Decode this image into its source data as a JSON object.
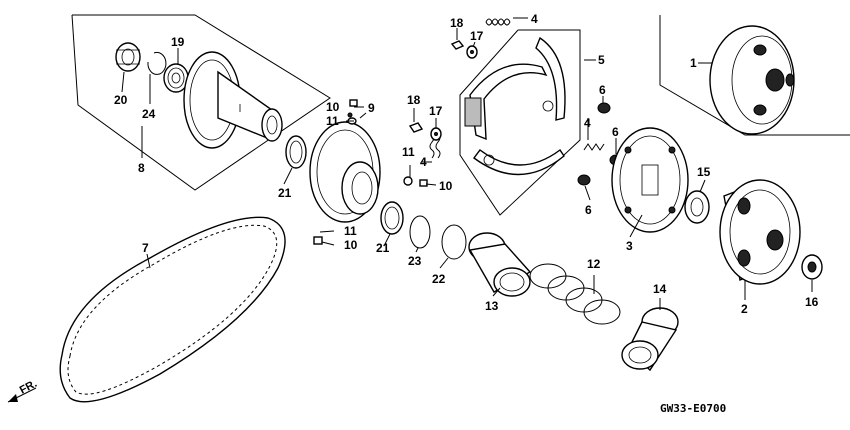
{
  "diagram": {
    "code": "GW33-E0700",
    "front_label": "FR.",
    "callouts": [
      {
        "id": "c1",
        "label": "1"
      },
      {
        "id": "c2",
        "label": "2"
      },
      {
        "id": "c3",
        "label": "3"
      },
      {
        "id": "c4a",
        "label": "4"
      },
      {
        "id": "c4b",
        "label": "4"
      },
      {
        "id": "c4c",
        "label": "4"
      },
      {
        "id": "c5",
        "label": "5"
      },
      {
        "id": "c6a",
        "label": "6"
      },
      {
        "id": "c6b",
        "label": "6"
      },
      {
        "id": "c6c",
        "label": "6"
      },
      {
        "id": "c7",
        "label": "7"
      },
      {
        "id": "c8",
        "label": "8"
      },
      {
        "id": "c9",
        "label": "9"
      },
      {
        "id": "c10a",
        "label": "10"
      },
      {
        "id": "c10b",
        "label": "10"
      },
      {
        "id": "c10c",
        "label": "10"
      },
      {
        "id": "c11a",
        "label": "11"
      },
      {
        "id": "c11b",
        "label": "11"
      },
      {
        "id": "c11c",
        "label": "11"
      },
      {
        "id": "c12",
        "label": "12"
      },
      {
        "id": "c13",
        "label": "13"
      },
      {
        "id": "c14",
        "label": "14"
      },
      {
        "id": "c15",
        "label": "15"
      },
      {
        "id": "c16",
        "label": "16"
      },
      {
        "id": "c17a",
        "label": "17"
      },
      {
        "id": "c17b",
        "label": "17"
      },
      {
        "id": "c18a",
        "label": "18"
      },
      {
        "id": "c18b",
        "label": "18"
      },
      {
        "id": "c19",
        "label": "19"
      },
      {
        "id": "c20",
        "label": "20"
      },
      {
        "id": "c21a",
        "label": "21"
      },
      {
        "id": "c21b",
        "label": "21"
      },
      {
        "id": "c22",
        "label": "22"
      },
      {
        "id": "c23",
        "label": "23"
      },
      {
        "id": "c24",
        "label": "24"
      }
    ]
  }
}
